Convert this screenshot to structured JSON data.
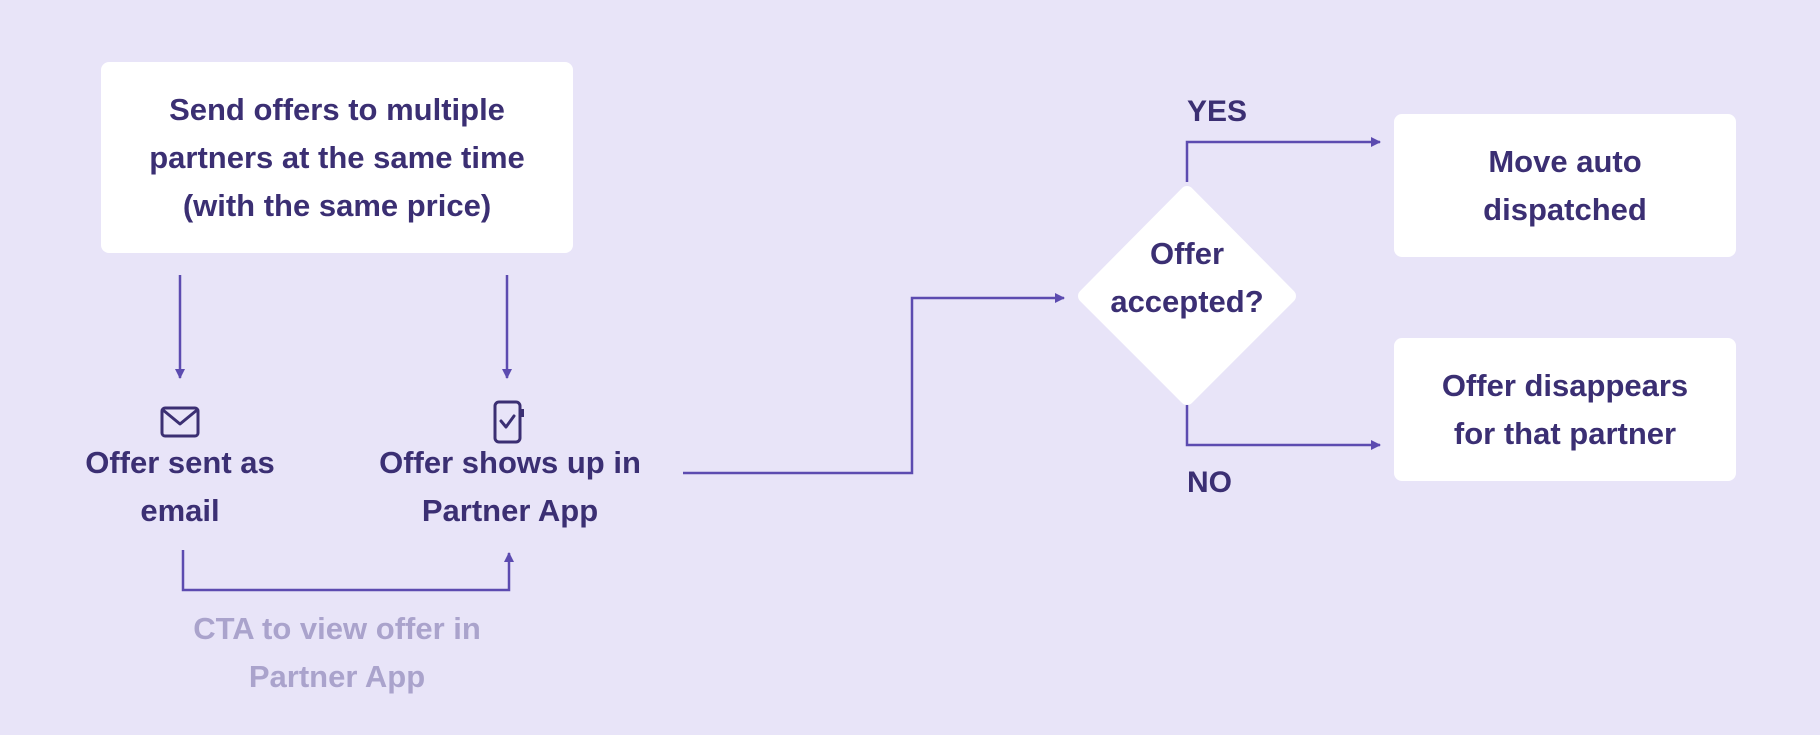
{
  "colors": {
    "background": "#e8e4f8",
    "node_fill": "#ffffff",
    "text": "#3b2f73",
    "muted_text": "#aaa3cc",
    "connector": "#5c4bb0"
  },
  "nodes": {
    "send_offers": {
      "lines": [
        "Send offers to multiple",
        "partners at the same time",
        "(with the same price)"
      ]
    },
    "email": {
      "icon": "envelope-icon",
      "lines": [
        "Offer sent as",
        "email"
      ]
    },
    "partner_app": {
      "icon": "phone-check-icon",
      "lines": [
        "Offer shows up in",
        "Partner App"
      ]
    },
    "decision": {
      "lines": [
        "Offer",
        "accepted?"
      ]
    },
    "dispatched": {
      "lines": [
        "Move auto",
        "dispatched"
      ]
    },
    "disappears": {
      "lines": [
        "Offer disappears",
        "for that partner"
      ]
    }
  },
  "edges": {
    "cta": {
      "lines": [
        "CTA to view offer in",
        "Partner App"
      ]
    },
    "yes": "YES",
    "no": "NO"
  }
}
